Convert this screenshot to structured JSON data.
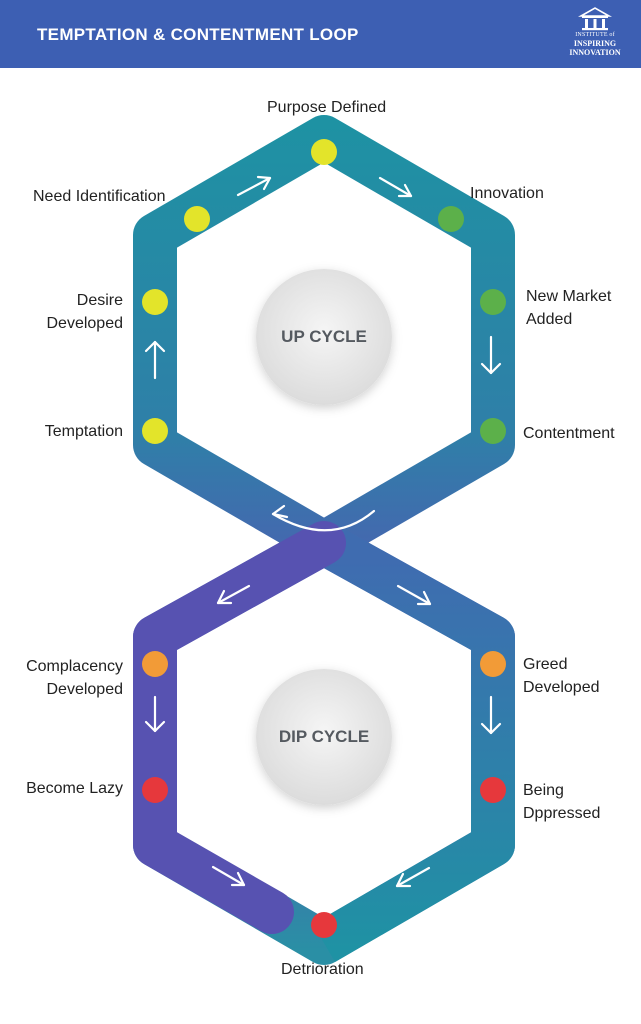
{
  "header": {
    "title": "TEMPTATION & CONTENTMENT LOOP",
    "logo": {
      "line1": "INSTITUTE of",
      "line2": "INSPIRING",
      "line3": "INNOVATION"
    }
  },
  "colors": {
    "header_bg": "#3d5fb3",
    "track_teal": "#1f8fa3",
    "track_purple": "#5a56b2",
    "dot_yellow": "#e3e42a",
    "dot_green": "#5cb04a",
    "dot_orange": "#f29b37",
    "dot_red": "#e6383c"
  },
  "up_cycle": {
    "center_label": "UP CYCLE",
    "nodes": [
      {
        "label": "Purpose Defined",
        "color": "yellow"
      },
      {
        "label": "Innovation",
        "color": "green"
      },
      {
        "label": "New Market Added",
        "color": "green"
      },
      {
        "label": "Contentment",
        "color": "green"
      },
      {
        "label": "Temptation",
        "color": "yellow"
      },
      {
        "label": "Desire Developed",
        "color": "yellow"
      },
      {
        "label": "Need Identification",
        "color": "yellow"
      }
    ]
  },
  "dip_cycle": {
    "center_label": "DIP CYCLE",
    "nodes": [
      {
        "label": "Complacency Developed",
        "color": "orange"
      },
      {
        "label": "Become Lazy",
        "color": "red"
      },
      {
        "label": "Detrioration",
        "color": "red"
      },
      {
        "label": "Being Dppressed",
        "color": "red"
      },
      {
        "label": "Greed Developed",
        "color": "orange"
      }
    ]
  }
}
